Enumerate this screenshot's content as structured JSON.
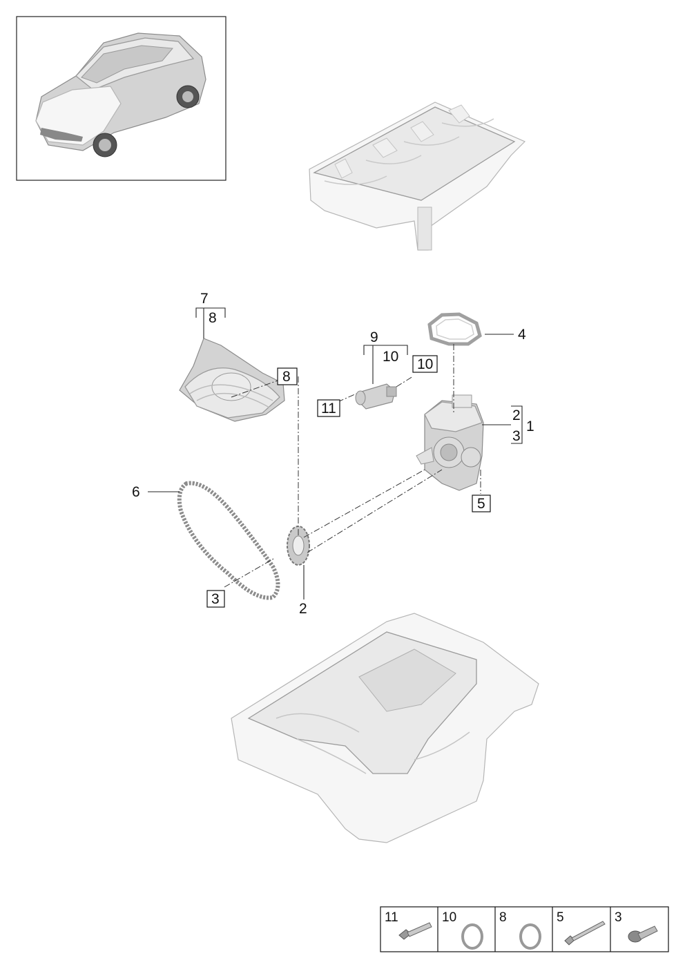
{
  "callouts": {
    "c1": "1",
    "c2": "2",
    "c2_box": "2",
    "c3_box_pump": "3",
    "c3_box_chain": "3",
    "c4": "4",
    "c5_box": "5",
    "c6": "6",
    "c7": "7",
    "c8_bracket": "8",
    "c8_box": "8",
    "c9": "9",
    "c10_bracket": "10",
    "c10_box": "10",
    "c11_box": "11"
  },
  "legend": [
    {
      "number": "11",
      "icon": "bolt-icon"
    },
    {
      "number": "10",
      "icon": "seal-ring-icon"
    },
    {
      "number": "8",
      "icon": "seal-ring-icon"
    },
    {
      "number": "5",
      "icon": "long-bolt-icon"
    },
    {
      "number": "3",
      "icon": "flange-bolt-icon"
    }
  ]
}
